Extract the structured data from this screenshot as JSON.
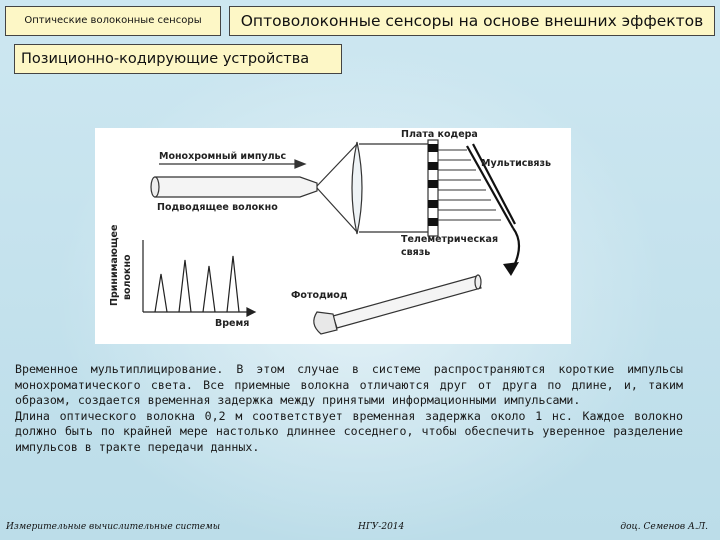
{
  "header": {
    "course_title": "Оптические волоконные сенсоры",
    "slide_title": "Оптоволоконные сенсоры на основе внешних эффектов",
    "section_title": "Позиционно-кодирующие устройства"
  },
  "figure": {
    "labels": {
      "code_plate": "Плата кодера",
      "mono_pulse": "Монохромный импульс",
      "feed_fiber": "Подводящее волокно",
      "multiplex": "Мультисвязь",
      "telemetry_line1": "Телеметрическая",
      "telemetry_line2": "связь",
      "photodiode": "Фотодиод",
      "receiving_line1": "Принимающее",
      "receiving_line2": "волокно",
      "time": "Время"
    }
  },
  "body": {
    "paragraph1": "Временное мультиплицирование. В этом случае в системе распространяются короткие импульсы монохроматического света. Все приемные волокна отличаются друг от друга по длине, и, таким образом, создается временная задержка между принятыми информационными импульсами.",
    "paragraph2": "Длина оптического волокна 0,2 м соответствует временная задержка около 1 нс. Каждое волокно должно быть по крайней мере настолько длиннее соседнего, чтобы обеспечить уверенное разделение импульсов в тракте передачи данных."
  },
  "footer": {
    "left": "Измерительные вычислительные системы",
    "center": "НГУ-2014",
    "right": "доц. Семенов А.Л."
  }
}
